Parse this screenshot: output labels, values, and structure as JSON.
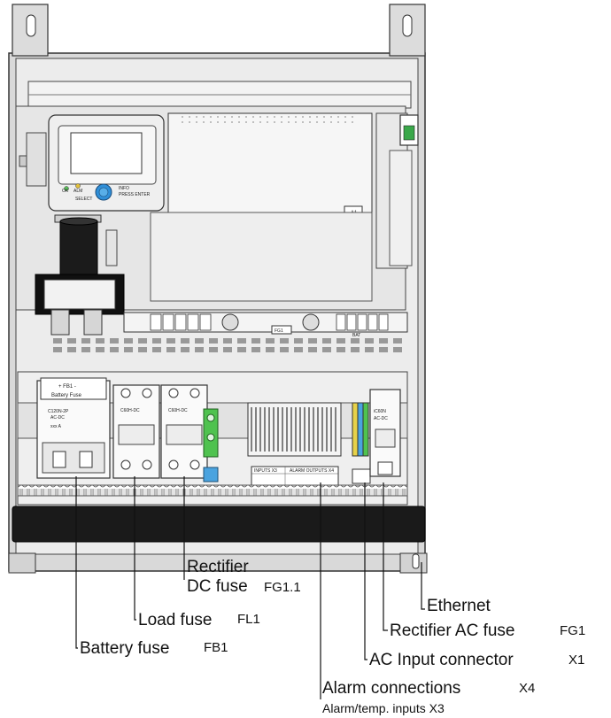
{
  "device_labels": {
    "fb1_header": "+ FB1 -",
    "battery_fuse_plate": "Battery Fuse",
    "breaker_battery_model": "C120N-2P",
    "breaker_battery_type": "AC-DC",
    "breaker_battery_rating": "xxx A",
    "breaker_load1_model": "C60H-DC",
    "breaker_load2_model": "C60H-DC",
    "breaker_ac_model": "iC60N",
    "breaker_ac_type": "AC-DC",
    "controller_ok": "OK",
    "controller_alm": "ALM",
    "controller_select": "SELECT",
    "controller_info": "INFO",
    "controller_press_enter": "PRESS ENTER",
    "panel_a1": "A1",
    "busbar_fg1": "FG1",
    "busbar_bat": "BAT",
    "terminal_inputs": "INPUTS X3",
    "terminal_alarm_outputs": "ALARM OUTPUTS X4"
  },
  "callouts": {
    "rectifier_dc_fuse_line1": "Rectifier",
    "rectifier_dc_fuse_line2": "DC fuse",
    "rectifier_dc_fuse_ref": "FG1.1",
    "load_fuse": "Load fuse",
    "load_fuse_ref": "FL1",
    "battery_fuse": "Battery fuse",
    "battery_fuse_ref": "FB1",
    "ethernet": "Ethernet",
    "rectifier_ac_fuse": "Rectifier AC fuse",
    "rectifier_ac_fuse_ref": "FG1",
    "ac_input_connector": "AC Input connector",
    "ac_input_connector_ref": "X1",
    "alarm_connections": "Alarm connections",
    "alarm_connections_ref": "X4",
    "alarm_temp_inputs": "Alarm/temp. inputs X3"
  },
  "colors": {
    "green_terminal": "#4fc24f",
    "blue_terminal": "#4aa3df",
    "yellow_terminal": "#e6d24a",
    "controller_knob": "#2f8fd8",
    "led_green": "#5cc25c",
    "led_yellow": "#e2c03a",
    "switch_green": "#3aa84a"
  }
}
